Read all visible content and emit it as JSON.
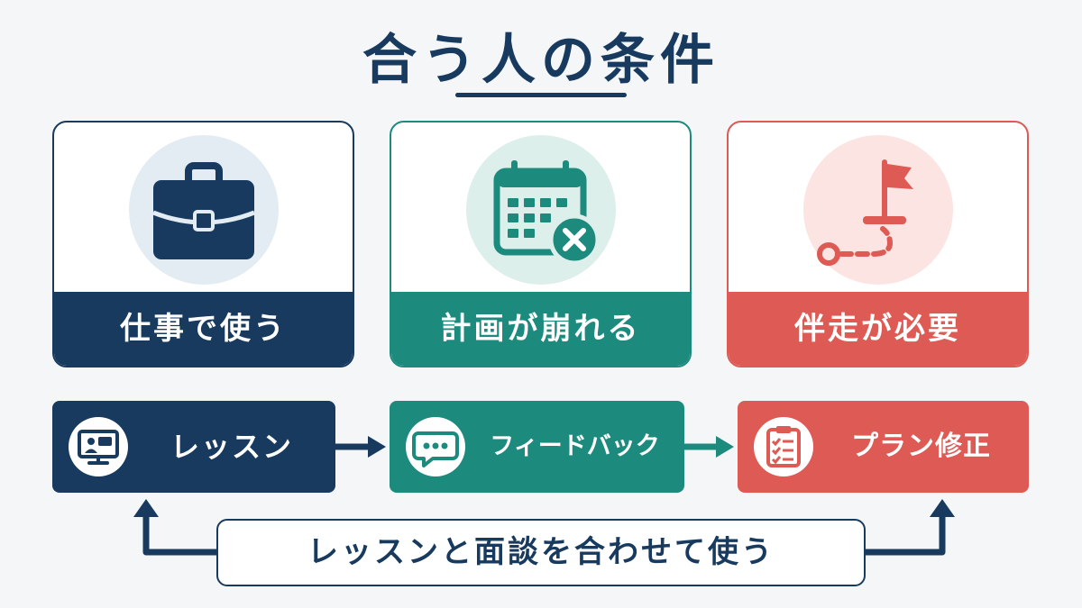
{
  "title": "合う人の条件",
  "cards": [
    {
      "label": "仕事で使う",
      "icon": "briefcase-icon",
      "color": "#173a5e"
    },
    {
      "label": "計画が崩れる",
      "icon": "calendar-x-icon",
      "color": "#1d8a7e"
    },
    {
      "label": "伴走が必要",
      "icon": "flag-path-icon",
      "color": "#dd5b54"
    }
  ],
  "steps": [
    {
      "label": "レッスン",
      "icon": "video-lesson-icon"
    },
    {
      "label": "フィードバック",
      "icon": "chat-bubble-icon"
    },
    {
      "label": "プラン修正",
      "icon": "clipboard-checklist-icon"
    }
  ],
  "bottom_note": "レッスンと面談を合わせて使う"
}
